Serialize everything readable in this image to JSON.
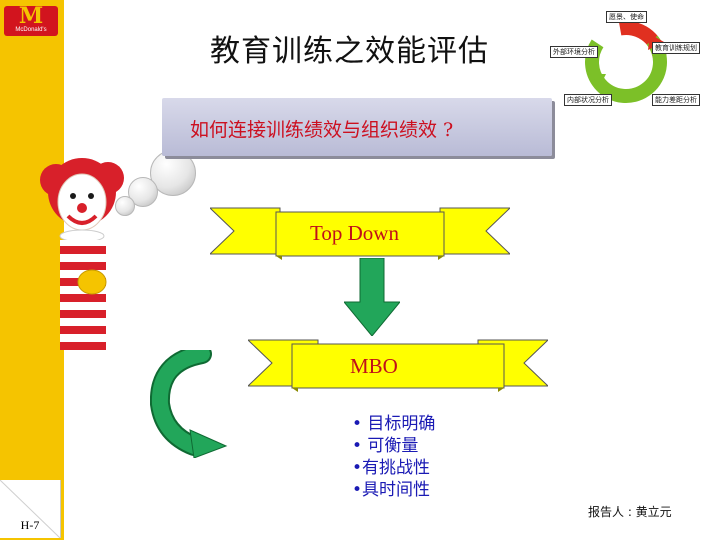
{
  "slide": {
    "title": "教育训练之效能评估",
    "question": "如何连接训练绩效与组织绩效 ?",
    "logo": {
      "symbol": "M",
      "brand": "McDonald's"
    },
    "page_number": "H-7",
    "reporter": "报告人 : 黄立元"
  },
  "cycle": {
    "labels": [
      "愿景、使命",
      "外部环境分析",
      "教育训练规划",
      "内部状况分析",
      "能力差距分析"
    ],
    "colors": {
      "red": "#e03020",
      "green": "#7cc028",
      "center": "#ffffff"
    }
  },
  "banners": {
    "top": "Top Down",
    "bottom": "MBO"
  },
  "bullets": [
    "• 目标明确",
    "• 可衡量",
    "•有挑战性",
    "•具时间性"
  ],
  "colors": {
    "strip": "#f5c400",
    "logo_red": "#d2141e",
    "banner_yellow": "#ffff00",
    "arrow_green": "#22a65a",
    "question_text": "#cc1020",
    "bullet_text": "#1a1ab4"
  },
  "icons": [
    "mcdonalds-logo-icon",
    "clown-mascot",
    "down-arrow-icon",
    "curved-arrow-icon",
    "cycle-arrows-icon"
  ]
}
